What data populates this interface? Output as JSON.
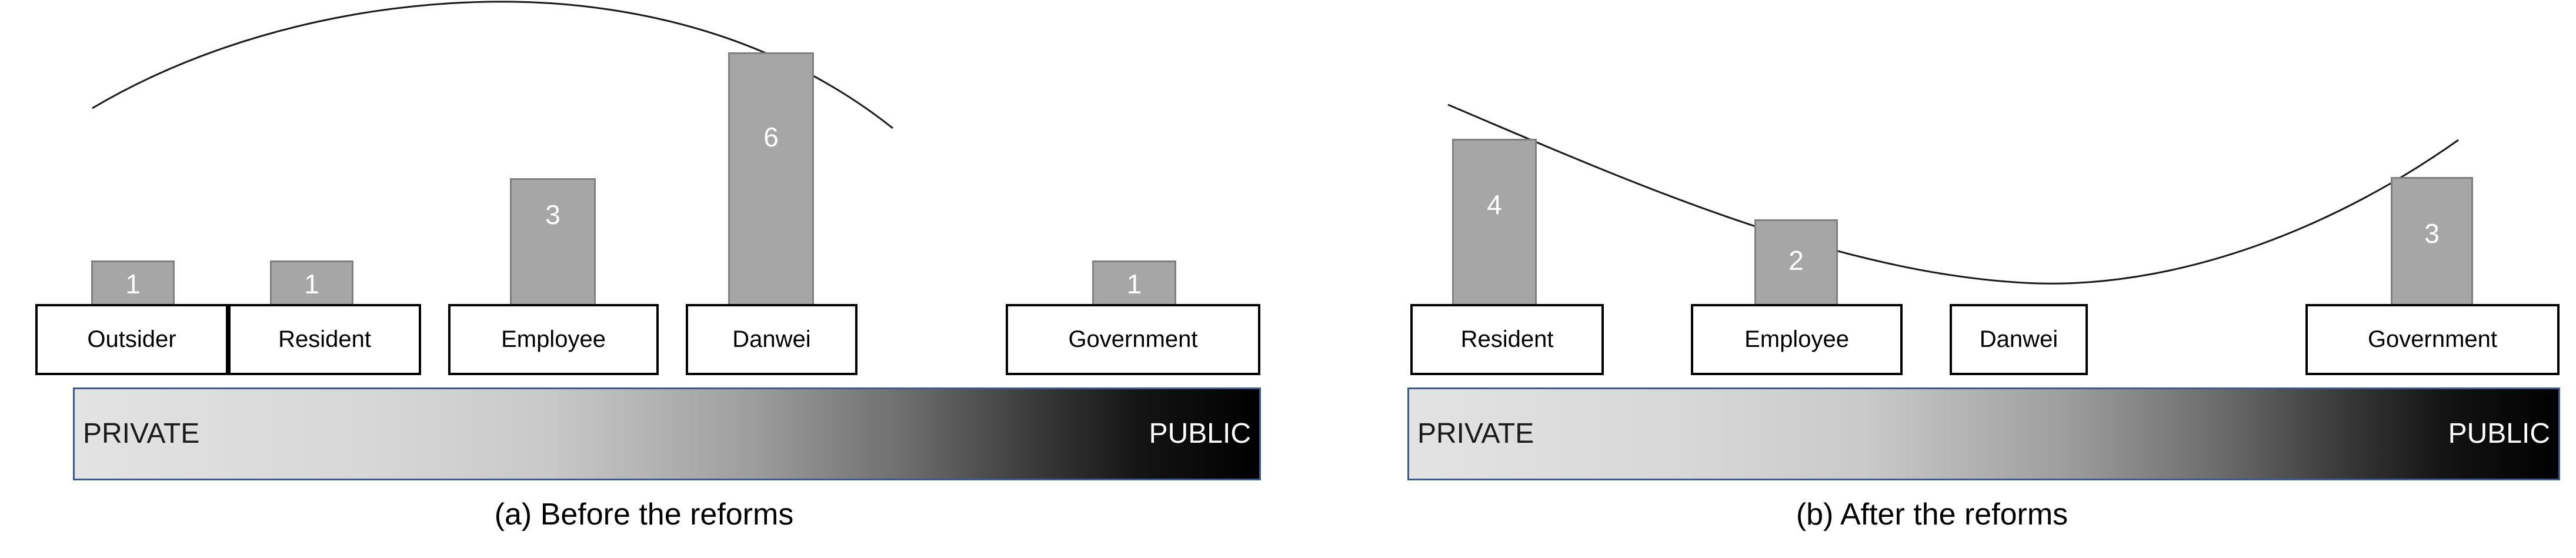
{
  "figure": {
    "panels": [
      {
        "id": "a",
        "caption": "(a) Before the reforms",
        "spectrum": {
          "left_label": "PRIVATE",
          "right_label": "PUBLIC"
        },
        "actors": [
          {
            "name": "Outsider",
            "value": "1"
          },
          {
            "name": "Resident",
            "value": "1"
          },
          {
            "name": "Employee",
            "value": "3"
          },
          {
            "name": "Danwei",
            "value": "6"
          },
          {
            "name": "Government",
            "value": "1"
          }
        ]
      },
      {
        "id": "b",
        "caption": "(b) After the reforms",
        "spectrum": {
          "left_label": "PRIVATE",
          "right_label": "PUBLIC"
        },
        "actors": [
          {
            "name": "Resident",
            "value": "4"
          },
          {
            "name": "Employee",
            "value": "2"
          },
          {
            "name": "Danwei",
            "value": ""
          },
          {
            "name": "Government",
            "value": "3"
          }
        ]
      }
    ]
  },
  "chart_data": {
    "type": "bar",
    "title": "",
    "xlabel": "",
    "ylabel": "",
    "ylim": [
      0,
      6
    ],
    "grid": false,
    "legend": "none",
    "panels": [
      {
        "id": "a",
        "title": "(a) Before the reforms",
        "categories": [
          "Outsider",
          "Resident",
          "Employee",
          "Danwei",
          "Government"
        ],
        "values": [
          1,
          1,
          3,
          6,
          1
        ],
        "axis_gradient": {
          "from": "PRIVATE",
          "to": "PUBLIC"
        },
        "trend_curve": "inverted-U: rises from Outsider, peaks between Employee and Danwei, falls to Government"
      },
      {
        "id": "b",
        "title": "(b) After the reforms",
        "categories": [
          "Resident",
          "Employee",
          "Danwei",
          "Government"
        ],
        "values": [
          4,
          2,
          0,
          3
        ],
        "axis_gradient": {
          "from": "PRIVATE",
          "to": "PUBLIC"
        },
        "trend_curve": "U-shape: falls from Resident, minimum near Danwei, rises to Government"
      }
    ]
  },
  "colors": {
    "bar_fill": "#a6a6a6",
    "bar_border": "#808080",
    "bar_value_text": "#ffffff",
    "box_border": "#000000",
    "spectrum_border": "#3c5a8f",
    "spectrum_start": "#e3e3e3",
    "spectrum_end": "#000000"
  }
}
